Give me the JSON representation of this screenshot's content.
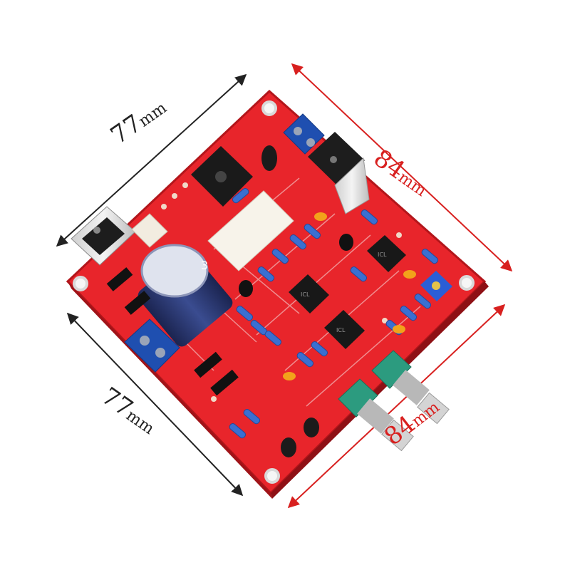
{
  "dimensions": {
    "top_left": {
      "value": "77",
      "unit": "mm"
    },
    "bottom_left": {
      "value": "77",
      "unit": "mm"
    },
    "top_right": {
      "value": "84",
      "unit": "mm"
    },
    "bottom_right": {
      "value": "84",
      "unit": "mm"
    }
  },
  "colors": {
    "pcb": "#e8252b",
    "pcb_dark": "#c21a20",
    "arrow_dark": "#222222",
    "arrow_red": "#d8201f",
    "terminal_blue": "#1f4fb0",
    "cap_blue": "#2a3a78"
  },
  "board_text": {
    "cap_value": "3",
    "ic1": "ICL",
    "ic2": "ICL",
    "ic3": "ICL"
  }
}
